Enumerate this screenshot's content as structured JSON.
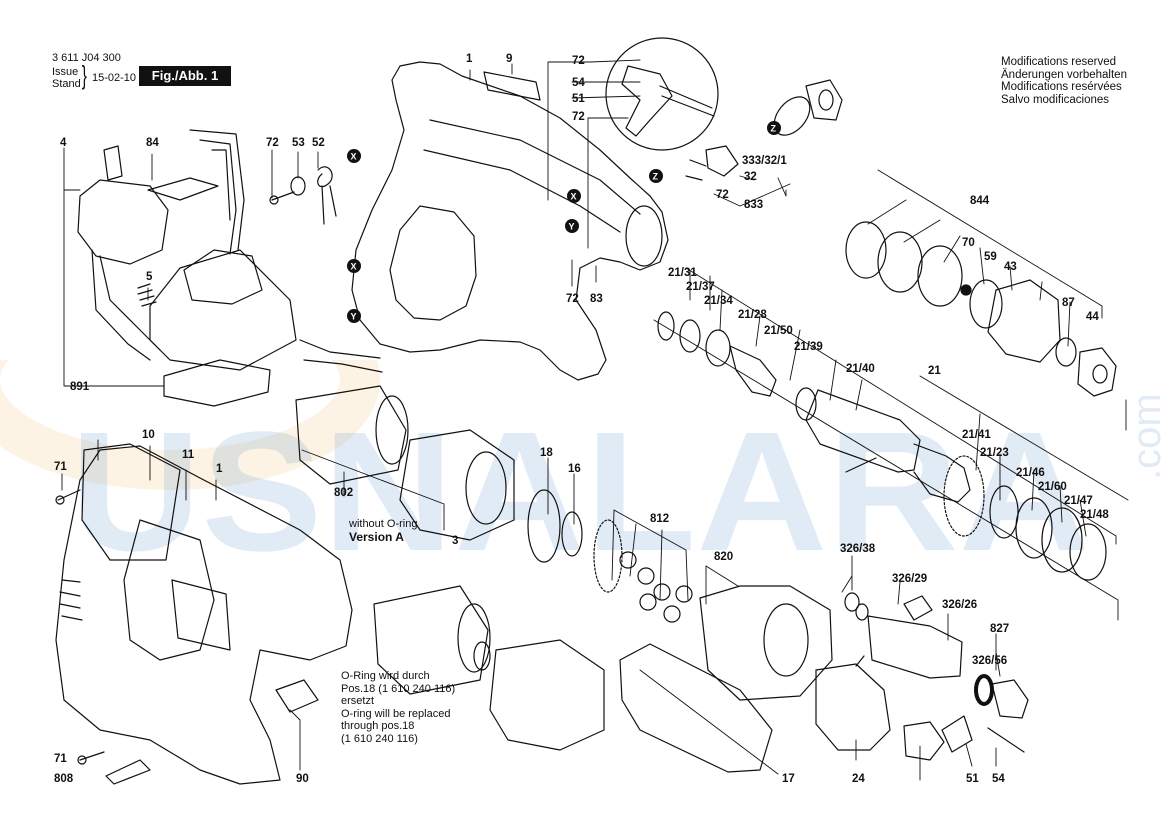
{
  "header": {
    "doc_number": "3 611 J04 300",
    "issue": "Issue",
    "stand": "Stand",
    "date": "15-02-10",
    "figure": "Fig./Abb. 1"
  },
  "modifications": [
    "Modifications reserved",
    "Änderungen vorbehalten",
    "Modifications resérvées",
    "Salvo modificaciones"
  ],
  "notes": {
    "without_oring": "without O-ring",
    "version_a": "Version A",
    "oring_de_1": "O-Ring wird durch",
    "oring_de_2": "Pos.18 (1 610 240 116)",
    "oring_de_3": "ersetzt",
    "oring_en_1": "O-ring will be replaced",
    "oring_en_2": "through pos.18",
    "oring_en_3": "(1 610 240 116)"
  },
  "watermark": {
    "text": "USNALARA",
    "side": ".com",
    "color": "#3a7fc6",
    "accent": "#f0a020"
  },
  "colors": {
    "line": "#111111",
    "fig_tag_bg": "#111111"
  },
  "callouts": [
    "1",
    "9",
    "72",
    "54",
    "51",
    "72",
    "X",
    "Y",
    "Z",
    "333/32/1",
    "32",
    "72",
    "833",
    "Z",
    "4",
    "84",
    "5",
    "891",
    "72",
    "53",
    "52",
    "X",
    "X",
    "Y",
    "72",
    "83",
    "844",
    "70",
    "59",
    "43",
    "87",
    "44",
    "21/31",
    "21/37",
    "21/34",
    "21/28",
    "21/50",
    "21/39",
    "21/40",
    "21",
    "21/41",
    "21/23",
    "21/46",
    "21/60",
    "21/47",
    "21/48",
    "10",
    "11",
    "1",
    "71",
    "802",
    "3",
    "18",
    "16",
    "812",
    "820",
    "326/38",
    "326/29",
    "326/26",
    "827",
    "326/56",
    "71",
    "808",
    "90",
    "17",
    "24",
    "51",
    "54"
  ]
}
